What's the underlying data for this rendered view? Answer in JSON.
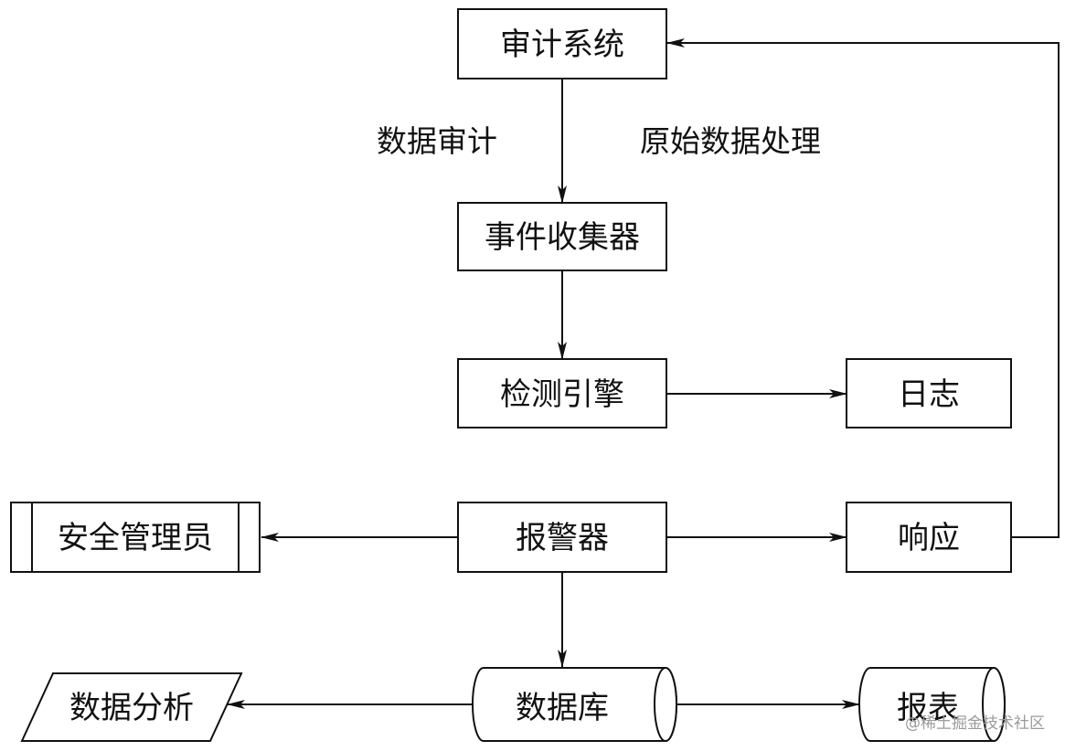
{
  "nodes": {
    "audit_system": "审计系统",
    "event_collector": "事件收集器",
    "detection_engine": "检测引擎",
    "log": "日志",
    "alarm": "报警器",
    "response": "响应",
    "security_admin": "安全管理员",
    "database": "数据库",
    "report": "报表",
    "data_analysis": "数据分析"
  },
  "annotations": {
    "data_audit": "数据审计",
    "raw_data_processing": "原始数据处理"
  },
  "watermark": "@稀土掘金技术社区"
}
